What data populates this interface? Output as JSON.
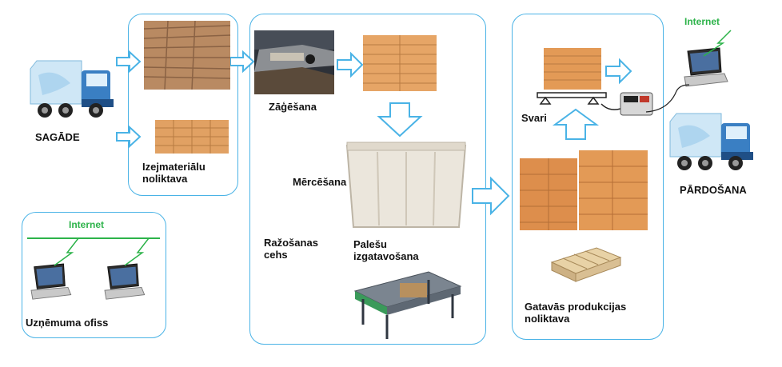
{
  "labels": {
    "sagade": "SAGĀDE",
    "izejmaterialu": "Izejmateriālu\nnoliktava",
    "zagesana": "Zāģēšana",
    "mercesana": "Mērcēšana",
    "razosanas": "Ražošanas\ncehs",
    "palesu": "Palešu\nizgatavošana",
    "svari": "Svari",
    "gatavas": "Gatavās produkcijas\nnoliktava",
    "pardosana": "PĀRDOŠANA",
    "uznemuma": "Uzņēmuma ofiss",
    "internet_office": "Internet",
    "internet_top": "Internet"
  },
  "colors": {
    "border": "#4ab3e6",
    "arrow": "#4ab3e6",
    "internet": "#2db34a",
    "wood": "#d99a5b"
  },
  "icons": [
    "truck-icon",
    "laptop-icon",
    "wood-stack-icon",
    "container-icon",
    "conveyor-icon",
    "pallet-icon",
    "scale-icon"
  ]
}
